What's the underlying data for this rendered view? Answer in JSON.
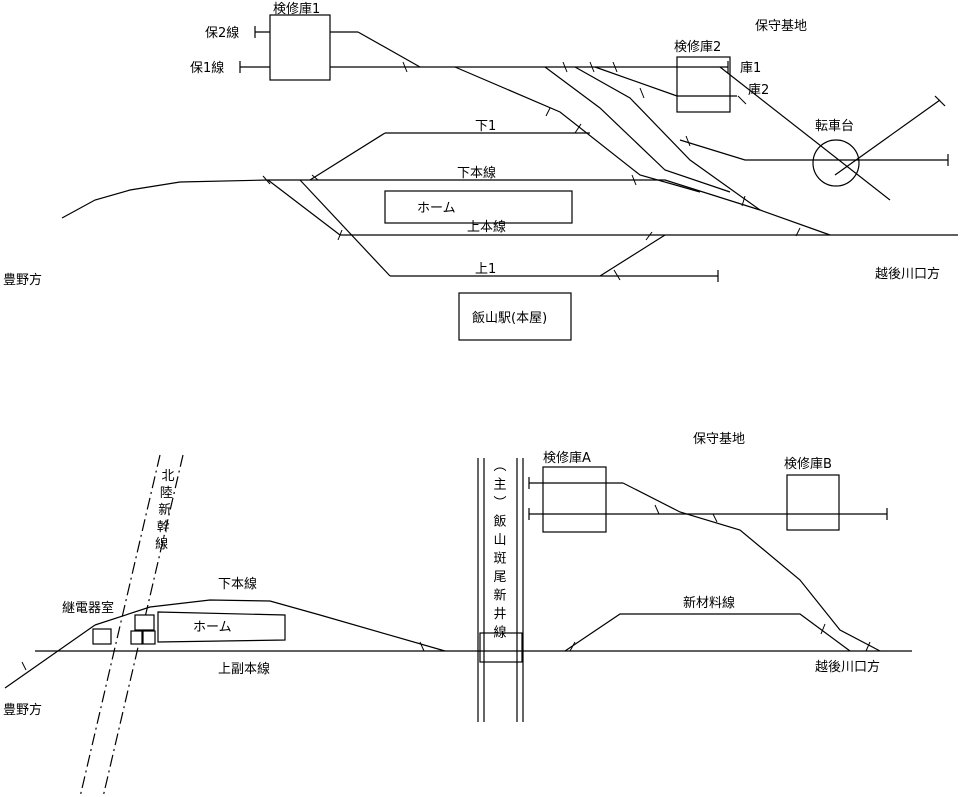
{
  "top": {
    "depot_area": "保守基地",
    "shed1": "検修庫1",
    "shed2": "検修庫2",
    "track_ho2": "保2線",
    "track_ho1": "保1線",
    "track_ko1": "庫1",
    "track_ko2": "庫2",
    "turntable": "転車台",
    "track_shimo1": "下1",
    "track_shimo_main": "下本線",
    "platform": "ホーム",
    "track_kami_main": "上本線",
    "track_kami1": "上1",
    "station_building": "飯山駅(本屋)",
    "toward_left": "豊野方",
    "toward_right": "越後川口方"
  },
  "bottom": {
    "depot_area": "保守基地",
    "shedA": "検修庫A",
    "shedB": "検修庫B",
    "relay_room": "継電器室",
    "track_shimo_main": "下本線",
    "platform": "ホーム",
    "track_kami_sub_main": "上副本線",
    "shinkansen": "北陸新幹線",
    "road": "(主)飯山斑尾新井線",
    "material_track": "新材料線",
    "toward_left": "豊野方",
    "toward_right": "越後川口方"
  }
}
